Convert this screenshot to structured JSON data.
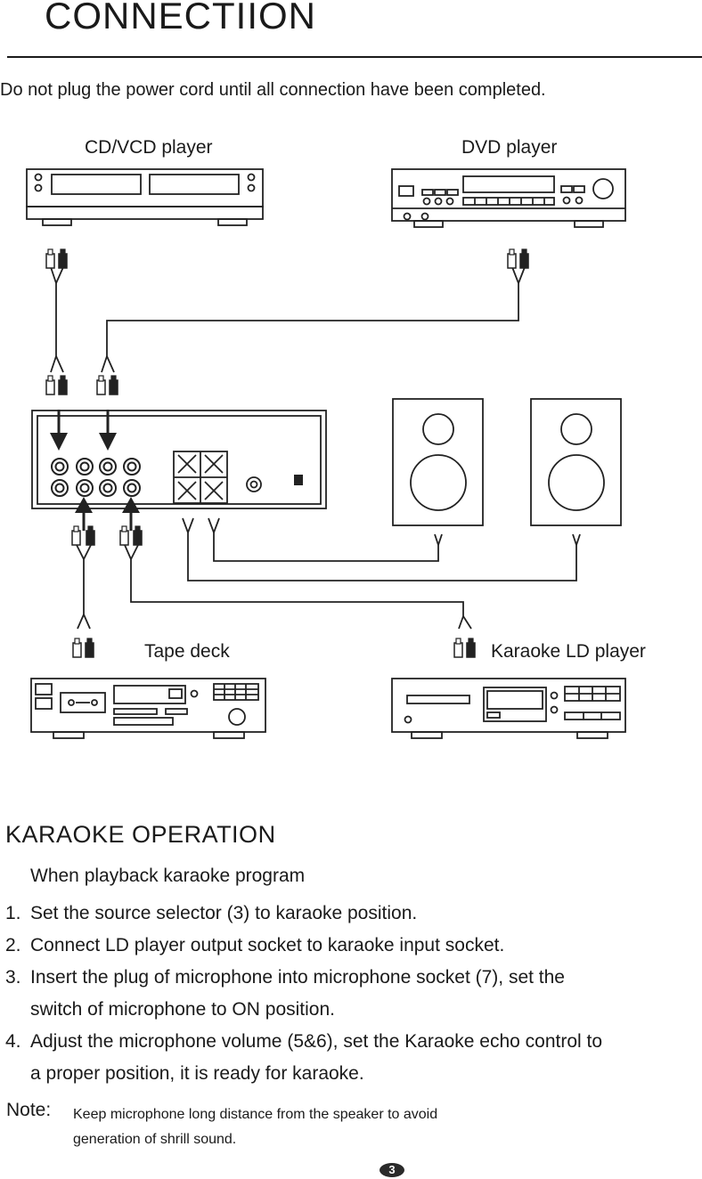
{
  "header": {
    "title": "CONNECTIION",
    "warning": "Do not plug the power cord until all connection have been completed."
  },
  "diagram": {
    "labels": {
      "cd_player": "CD/VCD player",
      "dvd_player": "DVD player",
      "tape_deck": "Tape deck",
      "karaoke_player": "Karaoke LD player"
    }
  },
  "karaoke": {
    "title": "KARAOKE OPERATION",
    "intro": "When playback karaoke program",
    "steps": [
      {
        "num": "1.",
        "text": "Set the source selector (3) to karaoke position."
      },
      {
        "num": "2.",
        "text": "Connect LD player output socket to karaoke input socket."
      },
      {
        "num": "3.",
        "text": "Insert the plug of microphone into microphone socket (7), set the\nswitch of microphone to ON position."
      },
      {
        "num": "4.",
        "text": "Adjust the microphone volume (5&6), set the Karaoke echo control to\na proper position, it is ready for karaoke."
      }
    ],
    "note_label": "Note:",
    "note_text": "Keep microphone long distance from the speaker to avoid\ngeneration of shrill sound."
  },
  "footer": {
    "page_number": "3"
  }
}
